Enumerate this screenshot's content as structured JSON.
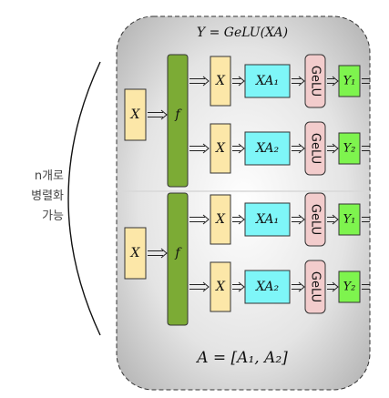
{
  "title_formula": "Y = GeLU(XA)",
  "bottom_formula": "A = [A₁, A₂]",
  "side_label": [
    "n개로",
    "병렬화",
    "가능"
  ],
  "blocks": [
    {
      "input": "X",
      "op": "f",
      "rows": [
        {
          "x": "X",
          "xa": "XA₁",
          "act": "GeLU",
          "y": "Y₁"
        },
        {
          "x": "X",
          "xa": "XA₂",
          "act": "GeLU",
          "y": "Y₂"
        }
      ]
    },
    {
      "input": "X",
      "op": "f",
      "rows": [
        {
          "x": "X",
          "xa": "XA₁",
          "act": "GeLU",
          "y": "Y₁"
        },
        {
          "x": "X",
          "xa": "XA₂",
          "act": "GeLU",
          "y": "Y₂"
        }
      ]
    }
  ],
  "colors": {
    "x_box": "#fce7a8",
    "f_box": "#7cab35",
    "xa_box": "#7ef6f8",
    "gelu_box": "#f2cccc",
    "y_box": "#7ef44e"
  }
}
